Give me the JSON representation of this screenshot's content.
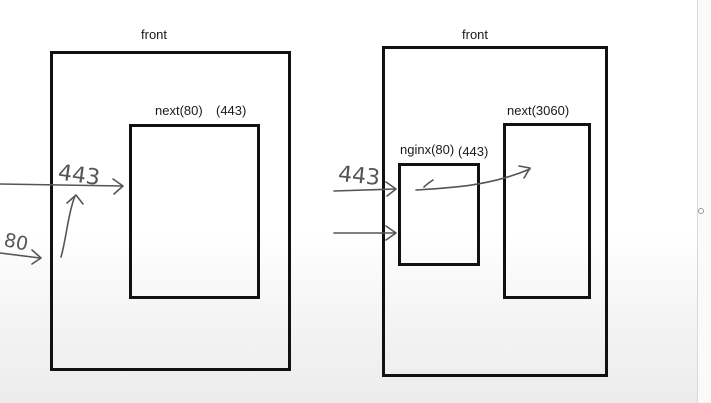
{
  "diagram": {
    "left": {
      "front_label": "front",
      "next_label": "next(80)",
      "next_port_label": "(443)",
      "note_443": "443",
      "note_80": "80"
    },
    "right": {
      "front_label": "front",
      "nginx_label": "nginx(80)",
      "nginx_port_label": "(443)",
      "next_label": "next(3060)",
      "note_443": "443"
    }
  },
  "colors": {
    "box_stroke": "#111111",
    "pen_stroke": "#555555",
    "text": "#1a1a1a"
  }
}
